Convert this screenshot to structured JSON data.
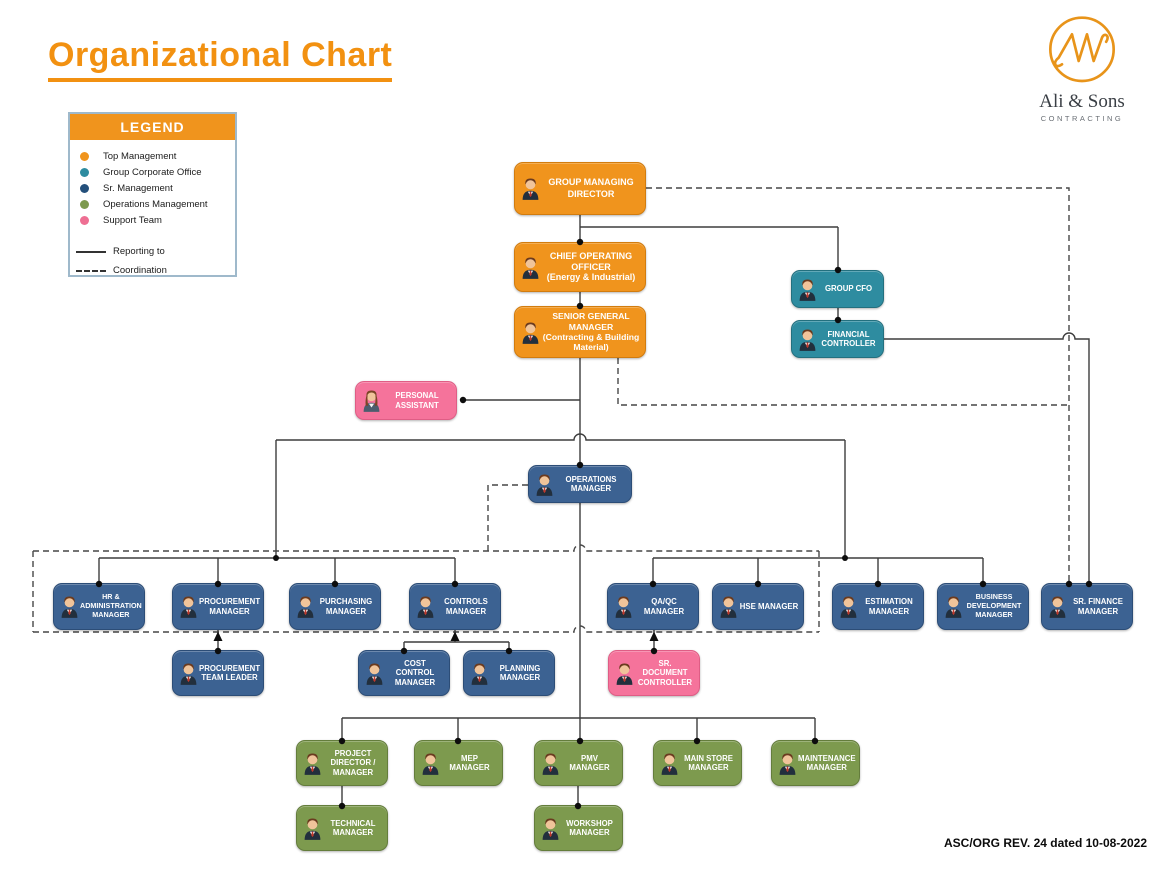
{
  "page": {
    "title": "Organizational Chart",
    "footer": "ASC/ORG REV. 24 dated 10-08-2022"
  },
  "logo": {
    "company": "Ali & Sons",
    "tagline": "CONTRACTING"
  },
  "legend": {
    "title": "LEGEND",
    "items": [
      {
        "label": "Top Management",
        "color": "#F0941D"
      },
      {
        "label": "Group Corporate Office",
        "color": "#2E8CA0"
      },
      {
        "label": "Sr. Management",
        "color": "#24507B"
      },
      {
        "label": "Operations Management",
        "color": "#7D9A4E"
      },
      {
        "label": "Support Team",
        "color": "#EE6F93"
      }
    ],
    "line_types": [
      {
        "label": "Reporting to",
        "style": "solid"
      },
      {
        "label": "Coordination",
        "style": "dashed"
      }
    ]
  },
  "palette": {
    "top_management": "#F0941D",
    "group_corporate_office": "#2E8CA0",
    "sr_management": "#3C6292",
    "operations_management": "#7D9A4E",
    "support_team": "#F5739B"
  },
  "nodes": {
    "gmd": {
      "label": "GROUP MANAGING DIRECTOR"
    },
    "coo": {
      "label": "CHIEF OPERATING OFFICER",
      "sub": "(Energy & Industrial)"
    },
    "sgm": {
      "label": "SENIOR GENERAL MANAGER",
      "sub": "(Contracting & Building Material)"
    },
    "group_cfo": {
      "label": "GROUP CFO"
    },
    "financial_controller": {
      "label": "FINANCIAL CONTROLLER"
    },
    "personal_assistant": {
      "label": "PERSONAL ASSISTANT"
    },
    "operations_manager": {
      "label": "OPERATIONS MANAGER"
    },
    "hr_admin": {
      "label": "HR & ADMINISTRATION MANAGER"
    },
    "procurement": {
      "label": "PROCUREMENT MANAGER"
    },
    "purchasing": {
      "label": "PURCHASING MANAGER"
    },
    "controls": {
      "label": "CONTROLS MANAGER"
    },
    "qaqc": {
      "label": "QA/QC MANAGER"
    },
    "hse": {
      "label": "HSE MANAGER"
    },
    "estimation": {
      "label": "ESTIMATION MANAGER"
    },
    "business_development": {
      "label": "BUSINESS DEVELOPMENT MANAGER"
    },
    "sr_finance": {
      "label": "SR. FINANCE MANAGER"
    },
    "procurement_team_leader": {
      "label": "PROCUREMENT TEAM LEADER"
    },
    "cost_control": {
      "label": "COST CONTROL MANAGER"
    },
    "planning": {
      "label": "PLANNING MANAGER"
    },
    "sr_document_controller": {
      "label": "SR. DOCUMENT CONTROLLER"
    },
    "project_director": {
      "label": "PROJECT DIRECTOR / MANAGER"
    },
    "mep": {
      "label": "MEP MANAGER"
    },
    "pmv": {
      "label": "PMV MANAGER"
    },
    "main_store": {
      "label": "MAIN STORE MANAGER"
    },
    "maintenance": {
      "label": "MAINTENANCE MANAGER"
    },
    "technical": {
      "label": "TECHNICAL MANAGER"
    },
    "workshop": {
      "label": "WORKSHOP MANAGER"
    }
  }
}
